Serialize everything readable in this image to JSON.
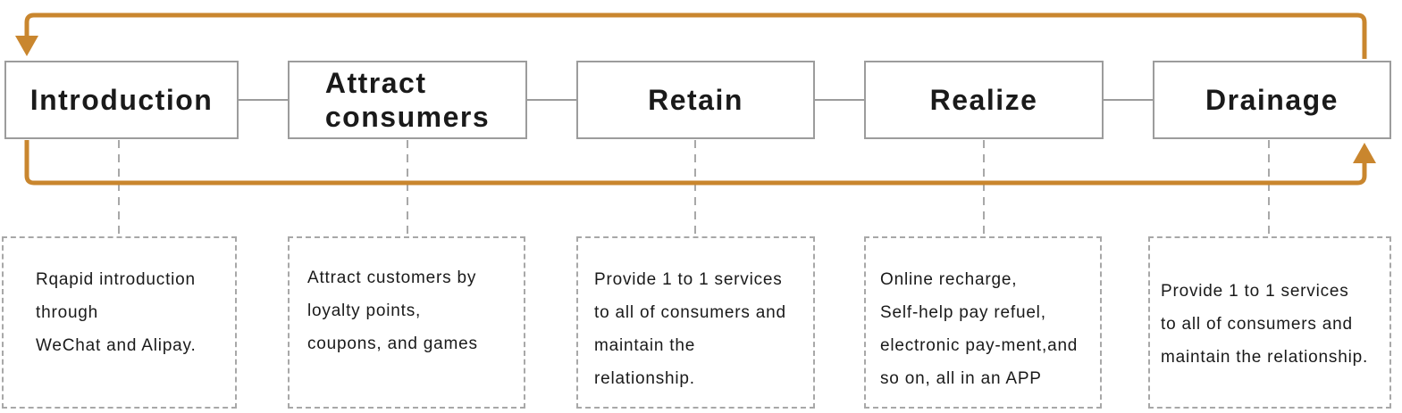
{
  "diagram": {
    "stages": [
      {
        "title": "Introduction",
        "description_lines": [
          "Rqapid introduction",
          "through",
          "WeChat and Alipay."
        ]
      },
      {
        "title": "Attract\nconsumers",
        "description_lines": [
          "Attract customers by",
          "loyalty points,",
          "coupons, and games"
        ]
      },
      {
        "title": "Retain",
        "description_lines": [
          "Provide 1 to 1 services",
          "to all of consumers and",
          "maintain the",
          "relationship."
        ]
      },
      {
        "title": "Realize",
        "description_lines": [
          "Online recharge,",
          "Self-help pay refuel,",
          "electronic pay-ment,and",
          "so on, all in an APP"
        ]
      },
      {
        "title": "Drainage",
        "description_lines": [
          "Provide 1 to 1 services",
          "to all of consumers and",
          "maintain the relationship."
        ]
      }
    ],
    "colors": {
      "accent_orange": "#c9862e",
      "box_border_gray": "#9c9c9c",
      "dashed_gray": "#a8a8a8",
      "text_black": "#1a1a1a"
    }
  }
}
